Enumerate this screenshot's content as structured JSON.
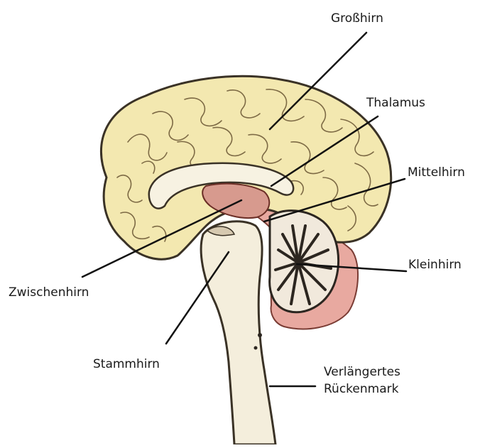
{
  "labels": {
    "grosshirn": "Großhirn",
    "thalamus": "Thalamus",
    "mittelhirn": "Mittelhirn",
    "kleinhirn": "Kleinhirn",
    "zwischenhirn": "Zwischenhirn",
    "stammhirn": "Stammhirn",
    "verlaengertes": "Verlängertes",
    "rueckenmark": "Rückenmark"
  },
  "colors": {
    "cerebrum": "#f3e8b0",
    "cerebrum_shade": "#e6d590",
    "outline": "#3a3226",
    "stem": "#f4eedc",
    "pink": "#e8a9a0",
    "cerebellum": "#f1e9dc",
    "leader_line": "#111111"
  }
}
